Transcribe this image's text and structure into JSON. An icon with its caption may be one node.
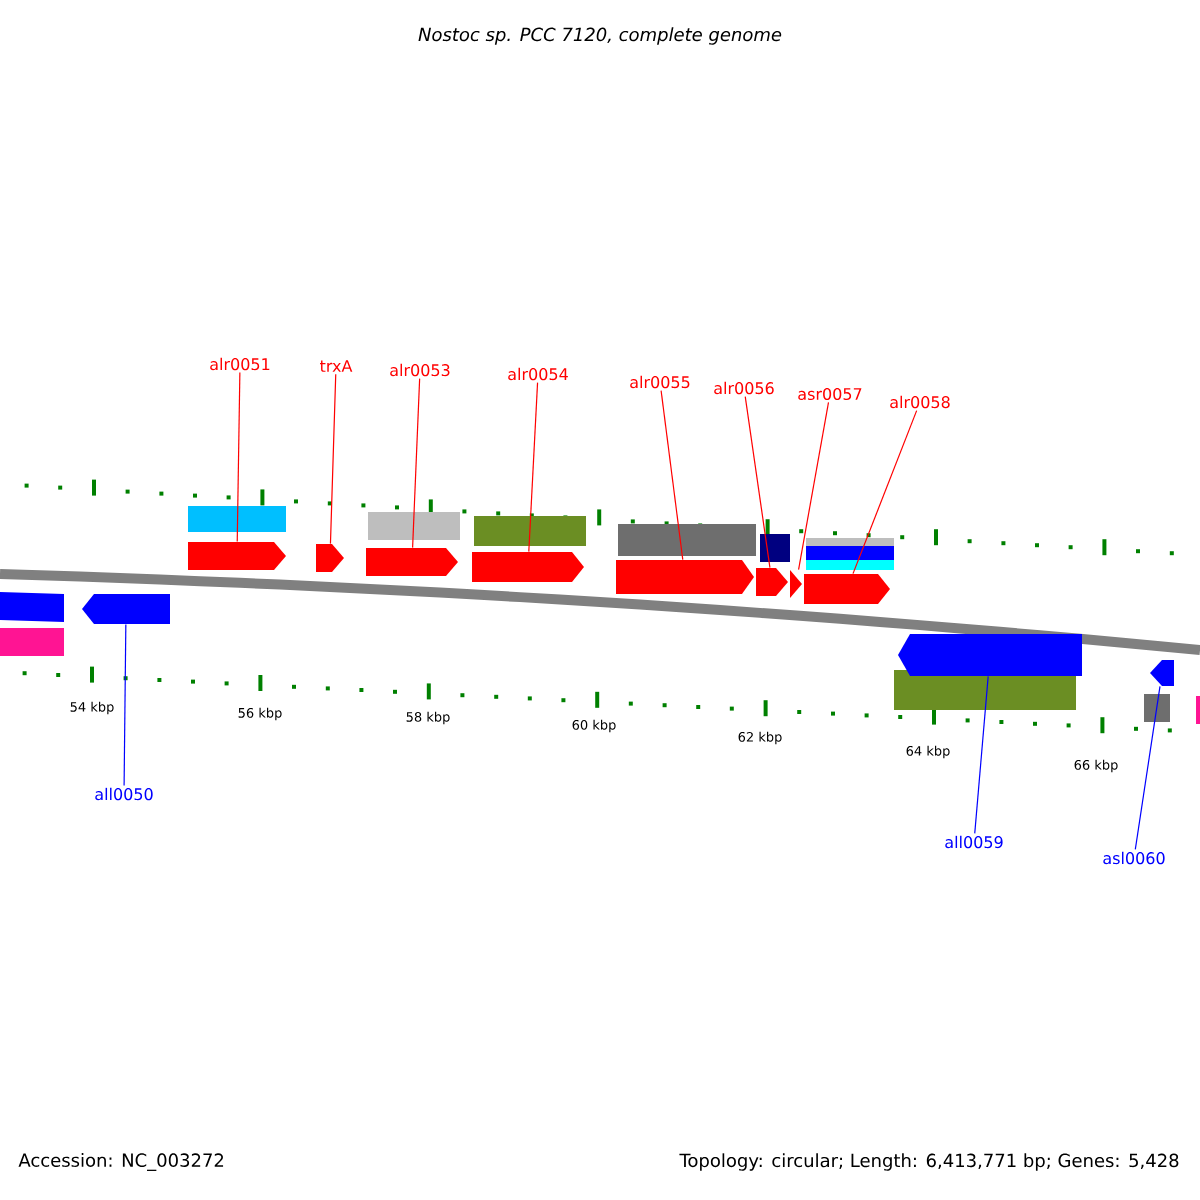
{
  "diagram": {
    "title": "Nostoc sp. PCC 7120, complete genome",
    "nodes": [
      {
        "text": [
          "alr0051"
        ]
      },
      {
        "text": [
          "trxA"
        ]
      },
      {
        "text": [
          "alr0053"
        ]
      },
      {
        "text": [
          "alr0054"
        ]
      },
      {
        "text": [
          "alr0055"
        ]
      },
      {
        "text": [
          "alr0056"
        ]
      },
      {
        "text": [
          "asr0057"
        ]
      },
      {
        "text": [
          "alr0058"
        ]
      },
      {
        "text": [
          "all0050"
        ]
      },
      {
        "text": [
          "all0059"
        ]
      },
      {
        "text": [
          "asl0060"
        ]
      },
      {
        "text": [],
        "shape": "pentagon"
      },
      {
        "text": [],
        "shape": "pentagon"
      },
      {
        "text": [],
        "shape": "pentagon"
      },
      {
        "text": [],
        "shape": "pentagon"
      },
      {
        "text": [],
        "shape": "pentagon"
      },
      {
        "text": [],
        "shape": "pentagon"
      },
      {
        "text": [],
        "shape": "pentagon"
      },
      {
        "text": [],
        "shape": "pentagon"
      },
      {
        "text": [],
        "shape": "pentagon"
      },
      {
        "text": [],
        "shape": "pentagon"
      },
      {
        "text": [],
        "shape": "pentagon"
      }
    ],
    "edges": [
      {
        "from": 0,
        "to": 12,
        "arrow": "none"
      },
      {
        "from": 1,
        "to": 13,
        "arrow": "none"
      },
      {
        "from": 2,
        "to": 14,
        "arrow": "none"
      },
      {
        "from": 3,
        "to": 15,
        "arrow": "none"
      },
      {
        "from": 4,
        "to": 16,
        "arrow": "none"
      },
      {
        "from": 5,
        "to": 17,
        "arrow": "none"
      },
      {
        "from": 6,
        "to": 18,
        "arrow": "none"
      },
      {
        "from": 7,
        "to": 19,
        "arrow": "none"
      },
      {
        "from": 8,
        "to": 11,
        "arrow": "none",
        "color": "#0000ff"
      },
      {
        "from": 9,
        "to": 20,
        "arrow": "none",
        "color": "#0000ff"
      },
      {
        "from": 10,
        "to": 21,
        "arrow": "none",
        "color": "#0000ff"
      }
    ],
    "labels": [
      "54 kbp",
      "56 kbp",
      "58 kbp",
      "60 kbp",
      "62 kbp",
      "64 kbp",
      "66 kbp",
      "Accession: NC_003272",
      "Topology: circular; Length: 6,413,771 bp; Genes: 5,428"
    ]
  }
}
